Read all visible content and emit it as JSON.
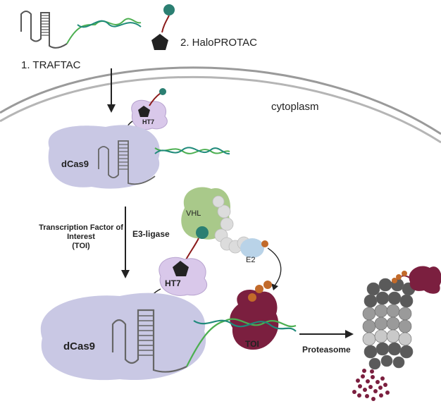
{
  "labels": {
    "traftac": "1. TRAFTAC",
    "haloprotac": "2. HaloPROTAC",
    "cytoplasm": "cytoplasm",
    "ht7_small": "HT7",
    "dcas9_top": "dCas9",
    "toi_line1": "Transcription Factor of",
    "toi_line2": "Interest",
    "toi_line3": "(TOI)",
    "e3_ligase": "E3-ligase",
    "vhl": "VHL",
    "e2": "E2",
    "ht7_large": "HT7",
    "dcas9_bottom": "dCas9",
    "toi": "TOI",
    "proteasome": "Proteasome"
  },
  "colors": {
    "dcas9": "#c9c8e4",
    "ht7": "#d9c8ea",
    "vhl": "#a9c98a",
    "e2": "#b9d3e8",
    "toi": "#7b1f3f",
    "teal_ligand": "#2b7f72",
    "linker": "#8b1a1a",
    "ubiquitin": "#c26a2a",
    "dna_green": "#4caf50",
    "dna_teal": "#1f8a7a",
    "membrane": "#9a9a9a"
  },
  "icons": [
    "pentagon-ligand-icon",
    "sgrna-hairpin-icon",
    "dna-helix-icon",
    "proteasome-barrel-icon"
  ]
}
